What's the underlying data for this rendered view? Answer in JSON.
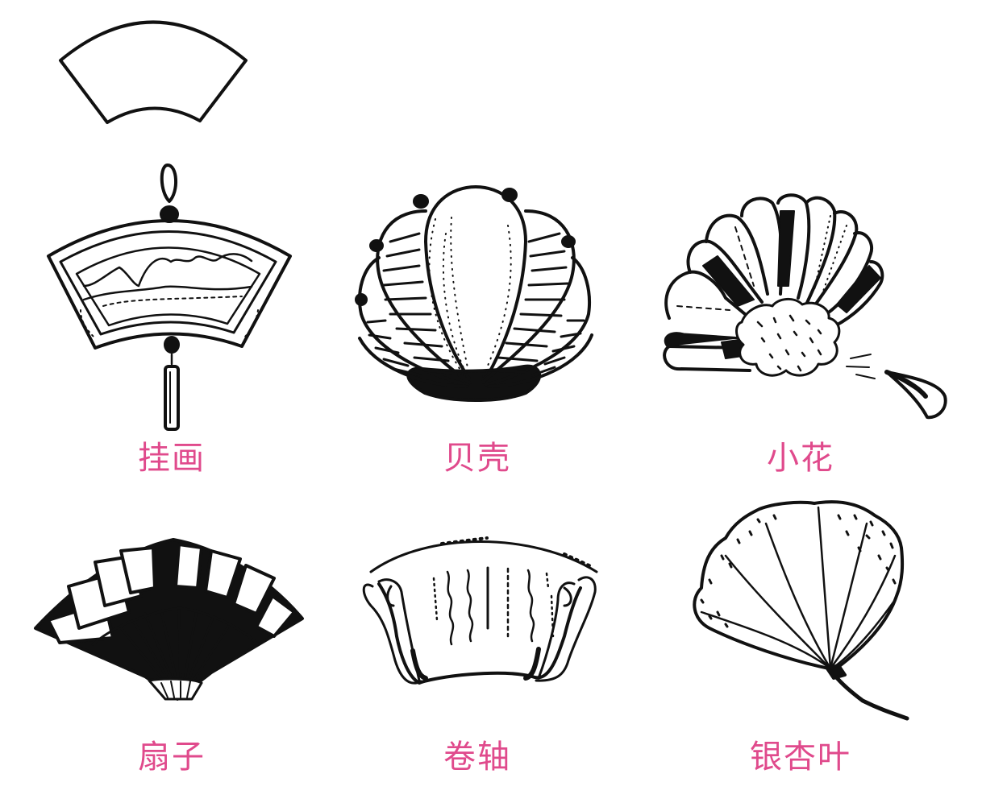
{
  "label_color": "#e04a8c",
  "ink_color": "#111111",
  "labels": {
    "hanging_painting": "挂画",
    "shell": "贝壳",
    "flower": "小花",
    "folding_fan": "扇子",
    "scroll": "卷轴",
    "ginkgo_leaf": "银杏叶"
  }
}
